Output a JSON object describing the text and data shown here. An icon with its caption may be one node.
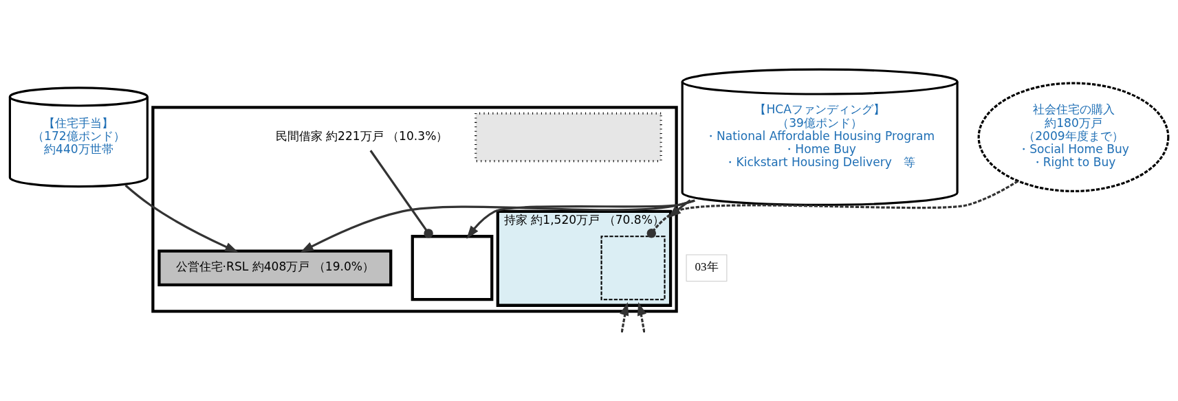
{
  "diagram": {
    "nodes": [
      {
        "text": [
          "【住宅手当】",
          "（172億ポンド）",
          "約440万世帯"
        ]
      },
      {
        "text": [
          "【HCAファンディング】",
          "（39億ポンド）",
          "・National Affordable Housing Program",
          "・Home Buy",
          "・Kickstart Housing Delivery　等"
        ]
      },
      {
        "text": [
          "社会住宅の購入",
          "約180万戸",
          "（2009年度まで）",
          "・Social Home Buy",
          "・Right to Buy"
        ]
      },
      {
        "text": [
          "03年"
        ]
      },
      {
        "text": [],
        "shape": "box"
      },
      {
        "text": [
          "公営住宅·RSL 約408万戸 （19.0%）"
        ],
        "in": 4
      },
      {
        "text": [],
        "shape": "box",
        "in": 4
      },
      {
        "text": [],
        "shape": "box",
        "in": 4
      },
      {
        "text": [
          "民間借家 約221万戸 （10.3%）"
        ],
        "in": 4
      },
      {
        "text": [
          "持家 約1,520万戸 （70.8%）"
        ],
        "in": 4
      },
      {
        "text": [],
        "shape": "box",
        "in": 9
      }
    ],
    "edges": [
      {
        "from": 0,
        "to": 5,
        "arrow": "to"
      },
      {
        "from": 1,
        "to": 5,
        "arrow": "to"
      },
      {
        "from": 1,
        "to": 7,
        "arrow": "to"
      },
      {
        "from": 1,
        "to": 9,
        "arrow": "to"
      },
      {
        "from": 2,
        "to": 10,
        "arrow": "other",
        "style": "dashed"
      },
      {
        "from": 8,
        "to": 7,
        "arrow": "other"
      },
      {
        "from": null,
        "to": 9,
        "arrow": "to",
        "style": "dashed"
      },
      {
        "from": null,
        "to": 9,
        "arrow": "to",
        "style": "dashed"
      }
    ]
  }
}
